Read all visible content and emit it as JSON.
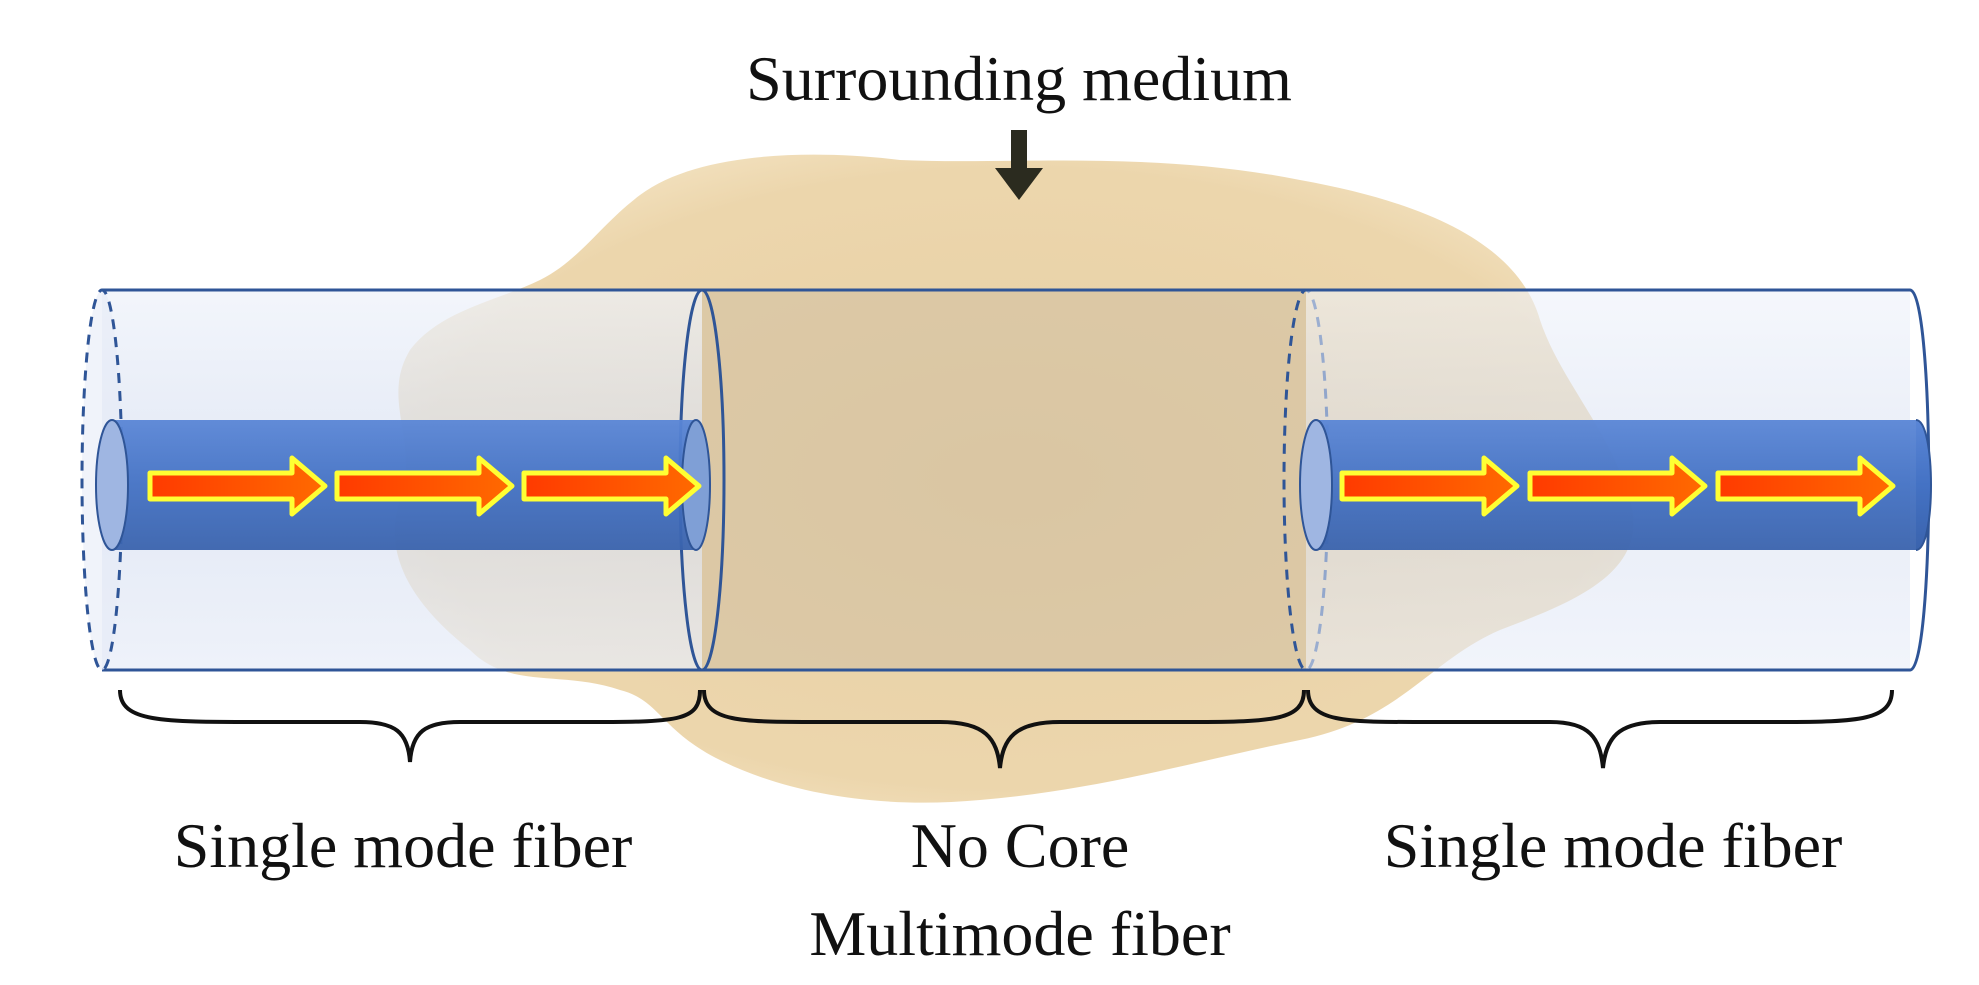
{
  "labels": {
    "surrounding_medium": "Surrounding medium",
    "left_fiber": "Single mode fiber",
    "middle_fiber_line1": "No Core",
    "middle_fiber_line2": "Multimode fiber",
    "right_fiber": "Single mode fiber"
  },
  "colors": {
    "core_fill": "#4472c4",
    "cladding_outline": "#2f5597",
    "cladding_fill": "#dde4f3",
    "medium_fill": "#e9c98e",
    "arrow_fill": "#ff4500",
    "arrow_outline": "#ffff33",
    "text": "#111111"
  },
  "icons": {
    "pointer": "down-arrow-icon",
    "light": "right-arrow-icon"
  }
}
